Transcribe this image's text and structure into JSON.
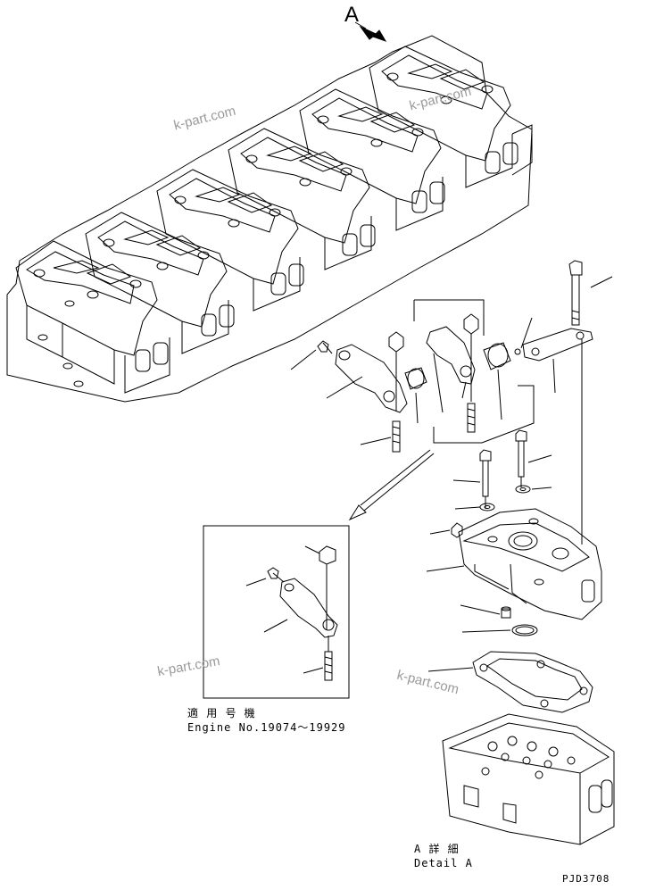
{
  "view_letter": "A",
  "watermarks": [
    "k-part.com",
    "k-part.com",
    "k-part.com",
    "k-part.com"
  ],
  "inset_caption": {
    "line1": "適 用 号 機",
    "line2": "Engine No.19074～19929"
  },
  "detail_caption": {
    "line1": "A 詳 細",
    "line2": "Detail A"
  },
  "figure_code": "PJD3708",
  "colors": {
    "line": "#000000",
    "watermark": "#9a9a9a",
    "background": "#ffffff"
  }
}
